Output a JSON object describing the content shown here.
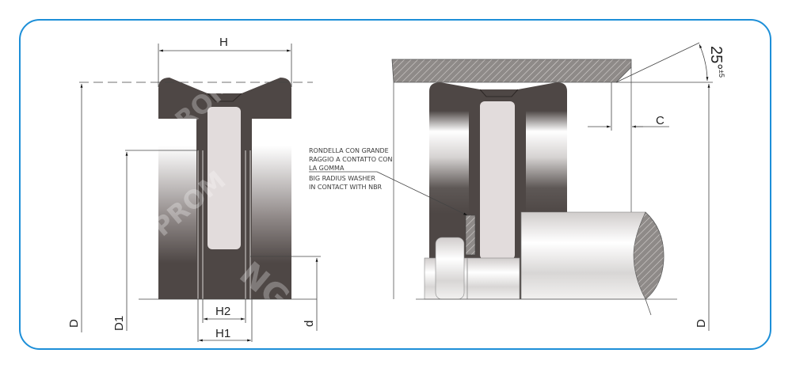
{
  "diagram": {
    "title": "Rod seal / scraper profile with housing installation drawing",
    "frame_color": "#1d8fd8",
    "colors": {
      "rubber": "#4e4745",
      "insert": "#e2dcdc",
      "metal_hatch": "#8e8a88",
      "line": "#333333"
    },
    "left_view": {
      "name": "seal cross-section",
      "dimensions": {
        "H": "H",
        "H1": "H1",
        "H2": "H2",
        "D": "D",
        "D1": "D1",
        "d": "d"
      }
    },
    "right_view": {
      "name": "installed seal in housing",
      "dimensions": {
        "C": "C",
        "D": "D",
        "angle": "25°",
        "angle_tolerance": "±5"
      },
      "annotation": {
        "italian": [
          "RONDELLA CON GRANDE",
          "RAGGIO A CONTATTO CON",
          "LA GOMMA"
        ],
        "english": [
          "BIG RADIUS WASHER",
          "IN CONTACT WITH NBR"
        ]
      }
    },
    "watermark": [
      "PROM",
      "NG"
    ]
  }
}
